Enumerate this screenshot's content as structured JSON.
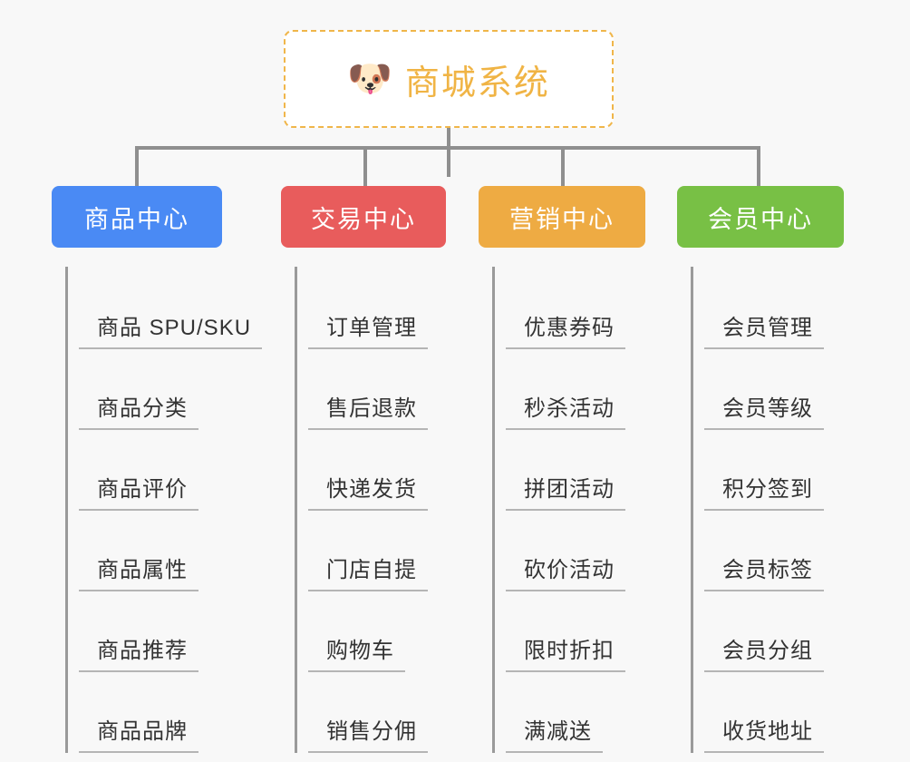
{
  "background_color": "#f8f8f8",
  "root": {
    "icon": "dog-face-emoji",
    "icon_glyph": "🐶",
    "title": "商城系统",
    "text_color": "#f0b445",
    "border_color": "#f0b64a"
  },
  "connector_color": "#8f8f8f",
  "leaf_text_color": "#333333",
  "leaf_underline_color": "#b5b5b5",
  "columns": [
    {
      "title": "商品中心",
      "color": "#4a8af4",
      "leaves": [
        "商品 SPU/SKU",
        "商品分类",
        "商品评价",
        "商品属性",
        "商品推荐",
        "商品品牌"
      ]
    },
    {
      "title": "交易中心",
      "color": "#e85c5c",
      "leaves": [
        "订单管理",
        "售后退款",
        "快递发货",
        "门店自提",
        "购物车",
        "销售分佣"
      ]
    },
    {
      "title": "营销中心",
      "color": "#eeab43",
      "leaves": [
        "优惠券码",
        "秒杀活动",
        "拼团活动",
        "砍价活动",
        "限时折扣",
        "满减送"
      ]
    },
    {
      "title": "会员中心",
      "color": "#78c045",
      "leaves": [
        "会员管理",
        "会员等级",
        "积分签到",
        "会员标签",
        "会员分组",
        "收货地址"
      ]
    }
  ]
}
